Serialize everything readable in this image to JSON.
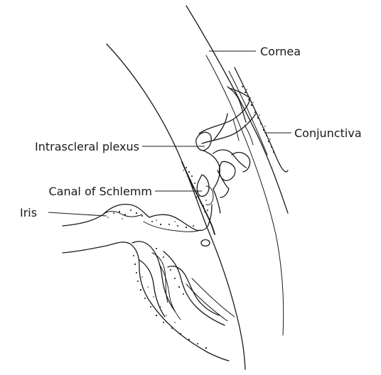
{
  "labels": {
    "cornea": "Cornea",
    "conjunctiva": "Conjunctiva",
    "intrascleral_plexus": "Intrascleral plexus",
    "canal_of_schlemm": "Canal of Schlemm",
    "iris": "Iris"
  },
  "colors": {
    "ink": "#1a1a1a",
    "background": "#ffffff"
  }
}
